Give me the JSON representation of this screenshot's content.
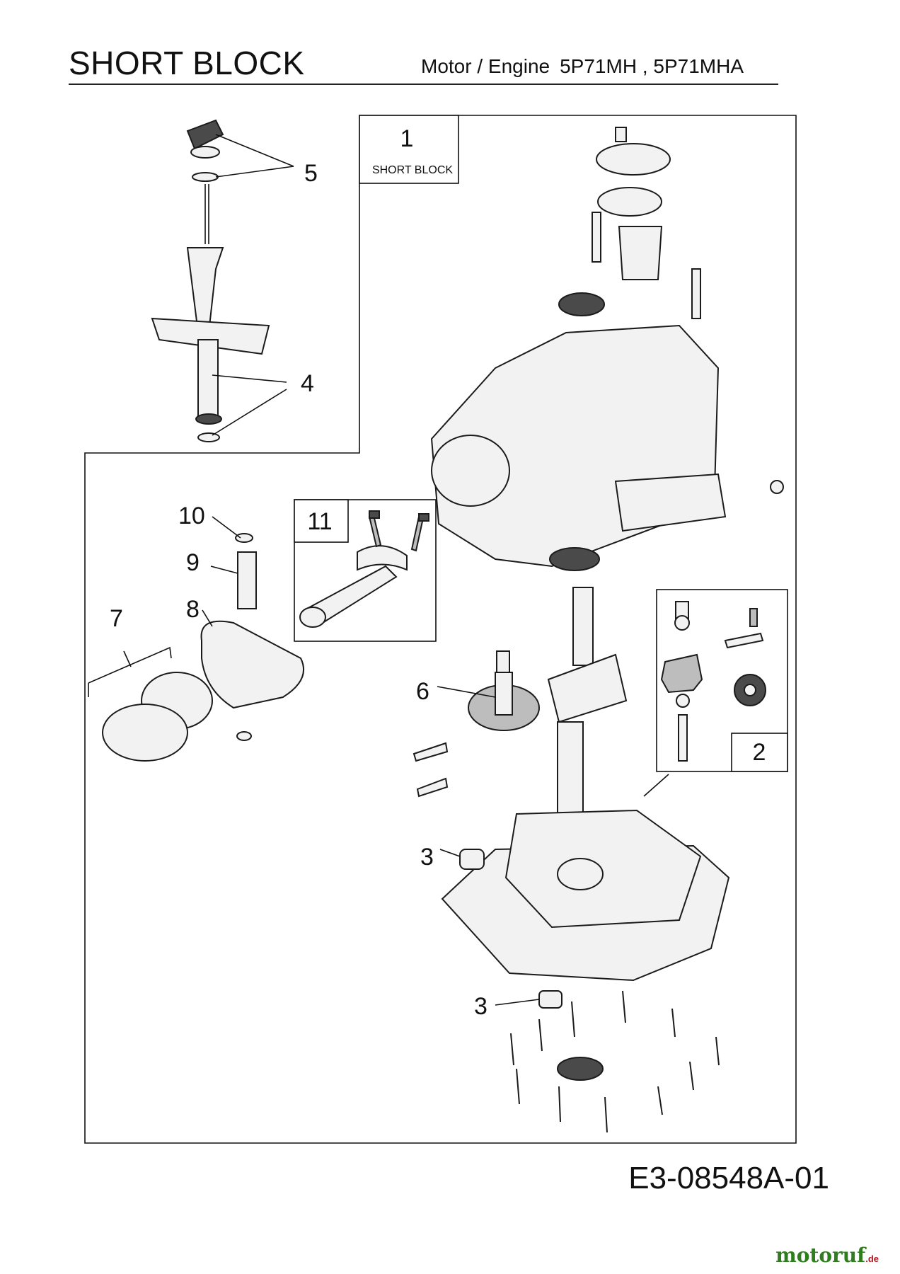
{
  "header": {
    "title": "SHORT BLOCK",
    "subtitle_label": "Motor / Engine",
    "subtitle_models": "5P71MH ,  5P71MHA"
  },
  "footer": {
    "drawing_code": "E3-08548A-01",
    "brand": "motoruf",
    "brand_tld": ".de"
  },
  "assemblies": {
    "short_block": {
      "number": "1",
      "caption": "SHORT BLOCK"
    },
    "governor": {
      "number": "2"
    },
    "connecting_rod": {
      "number": "11"
    }
  },
  "callouts": {
    "c5": "5",
    "c4": "4",
    "c10": "10",
    "c9": "9",
    "c8": "8",
    "c7": "7",
    "c6": "6",
    "c3a": "3",
    "c3b": "3"
  }
}
